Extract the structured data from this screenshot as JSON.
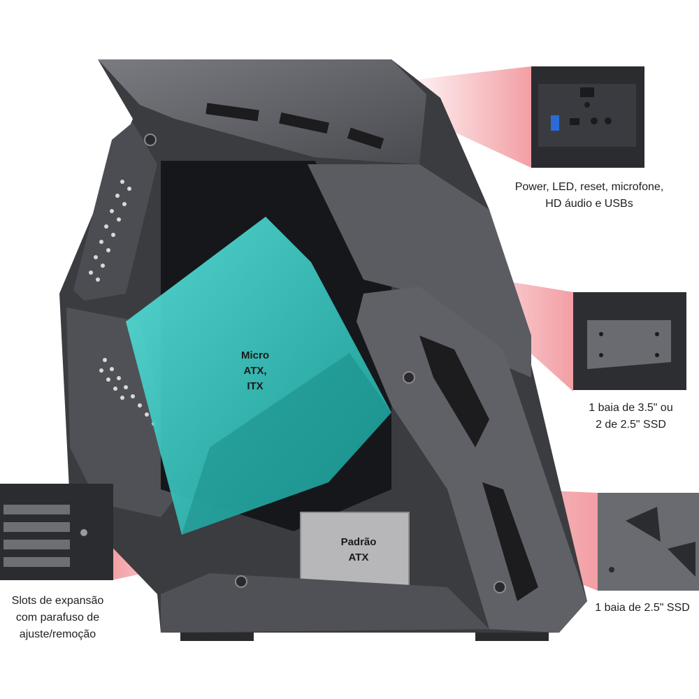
{
  "product": {
    "labels": {
      "motherboard": [
        "Micro",
        "ATX,",
        "ITX"
      ],
      "psu": [
        "Padrão",
        "ATX"
      ]
    }
  },
  "callouts": {
    "front_io": [
      "Power, LED, reset, microfone,",
      "HD áudio e USBs"
    ],
    "drive_bay_35": [
      "1 baia de 3.5\" ou",
      "2 de 2.5\" SSD"
    ],
    "expansion_slots": [
      "Slots de expansão",
      "com parafuso de",
      "ajuste/remoção"
    ],
    "drive_bay_25": [
      "1 baia de 2.5\" SSD"
    ]
  },
  "colors": {
    "chassis": "#5e5f63",
    "chassis_dark": "#3f4044",
    "motherboard_tray": "#2fb8b1",
    "highlight_beam": "#e8505a"
  }
}
